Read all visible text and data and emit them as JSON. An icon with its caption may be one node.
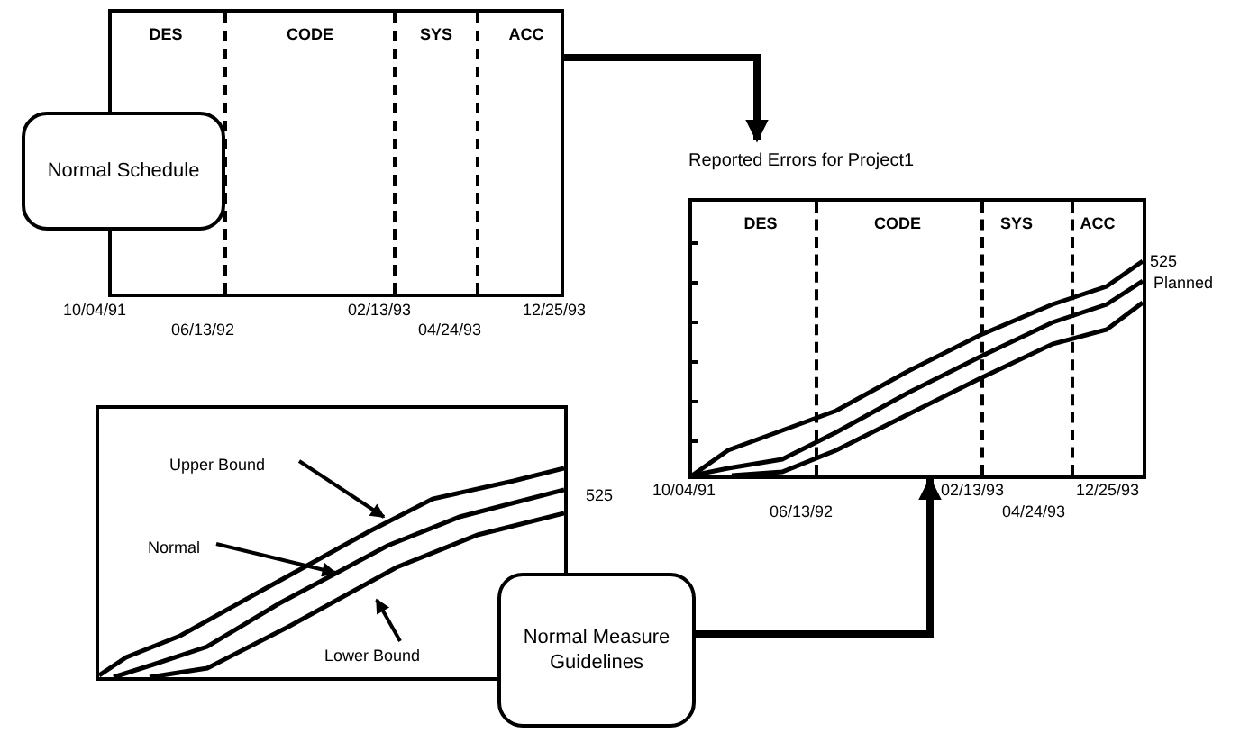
{
  "diagram": {
    "nodes": [
      {
        "text": [
          "DES",
          "CODE",
          "SYS",
          "ACC"
        ]
      },
      {
        "text": [
          "Normal Schedule"
        ]
      },
      {
        "text": [],
        "shape": "box",
        "beside": [
          "525"
        ]
      },
      {
        "text": [
          "Upper Bound"
        ],
        "in": 2
      },
      {
        "text": [
          "Normal"
        ],
        "in": 2
      },
      {
        "text": [
          "Lower Bound"
        ],
        "in": 2
      },
      {
        "text": [
          "Normal Measure Guidelines"
        ]
      },
      {
        "text": [
          "Reported Errors for Project1",
          "DES",
          "CODE",
          "SYS",
          "ACC"
        ],
        "beside": [
          "525",
          "Planned"
        ]
      }
    ],
    "edges": [
      {
        "from": 0,
        "to": 7,
        "arrow": "to",
        "style": "thick"
      },
      {
        "from": 6,
        "to": 7,
        "arrow": "to",
        "style": "thick"
      },
      {
        "from": 3,
        "to": null,
        "arrow": "to"
      },
      {
        "from": 4,
        "to": null,
        "arrow": "to"
      },
      {
        "from": 5,
        "to": null,
        "arrow": "to"
      }
    ],
    "labels": [
      "10/04/91",
      "06/13/92",
      "02/13/93",
      "04/24/93",
      "12/25/93",
      "10/04/91",
      "06/13/92",
      "02/13/93",
      "04/24/93",
      "12/25/93"
    ]
  }
}
